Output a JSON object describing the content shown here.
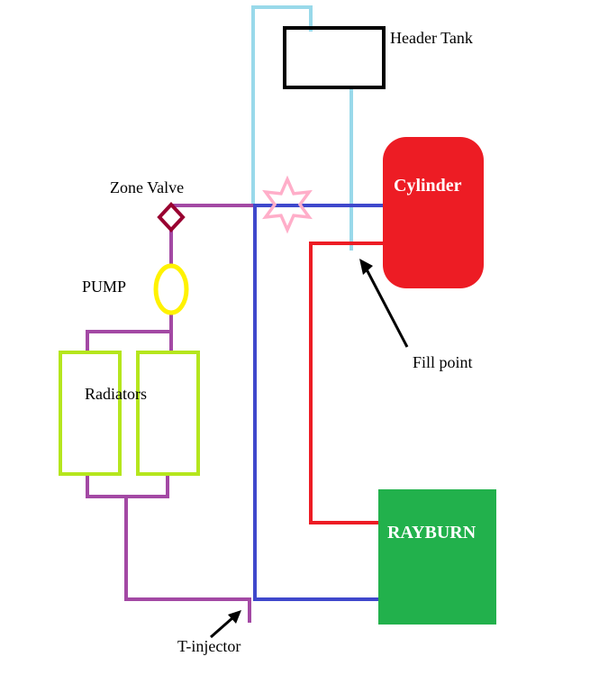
{
  "diagram": {
    "labels": {
      "header_tank": "Header Tank",
      "cylinder": "Cylinder",
      "rayburn": "RAYBURN",
      "zone_valve": "Zone Valve",
      "pump": "PUMP",
      "radiators": "Radiators",
      "fill_point": "Fill point",
      "t_injector": "T-injector"
    }
  },
  "colors": {
    "pipe_light_blue": "#99D9EA",
    "pipe_blue": "#3F48CC",
    "pipe_purple": "#A349A4",
    "pipe_red": "#ED1C24",
    "tank_stroke": "#000000",
    "cylinder_fill": "#ED1C24",
    "rayburn_fill": "#22B14C",
    "zone_valve_stroke": "#990030",
    "pump_stroke": "#FFF200",
    "radiator_stroke": "#B5E61D",
    "star_stroke": "#FFAEC9",
    "arrow": "#000000",
    "text": "#000000",
    "box_text": "#FFFFFF"
  }
}
